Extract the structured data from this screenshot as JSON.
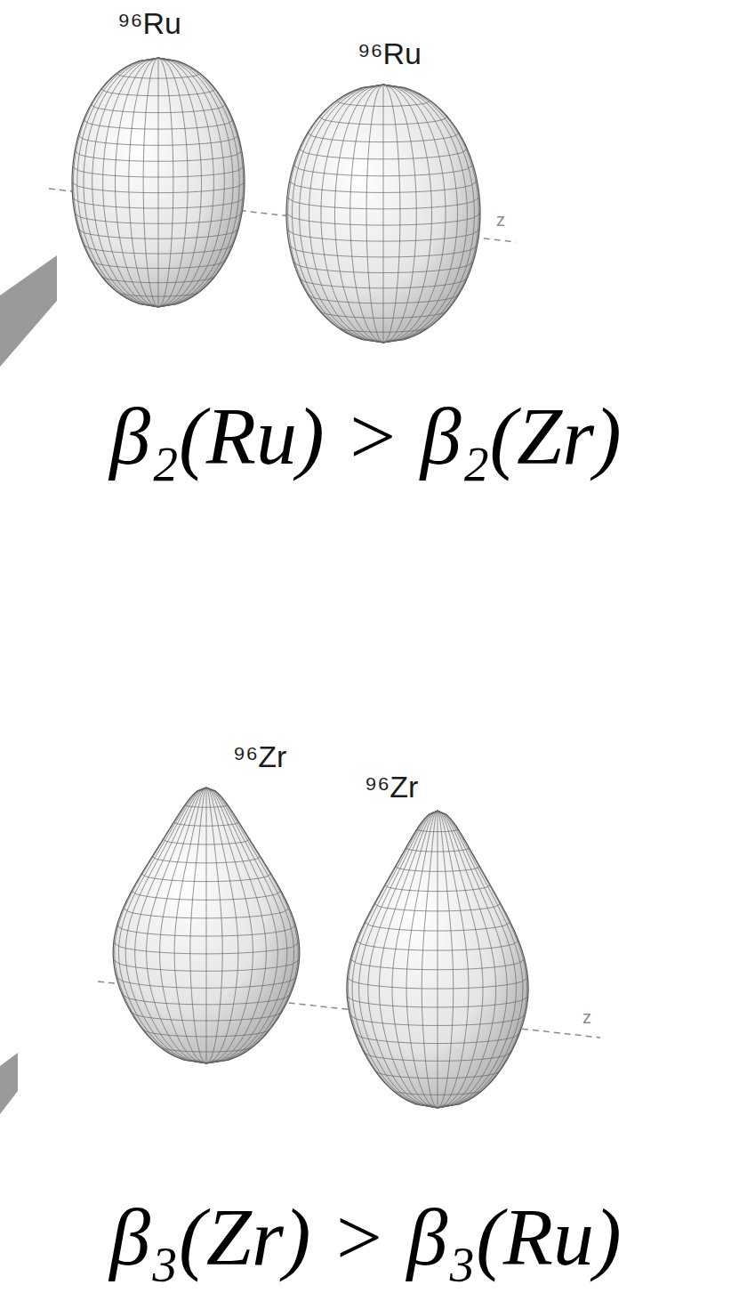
{
  "diagram": {
    "labels": [
      "⁹⁶Ru",
      "⁹⁶Ru",
      "z",
      "β₂(Ru) > β₂(Zr)",
      "⁹⁶Zr",
      "⁹⁶Zr",
      "z",
      "β₃(Zr) > β₃(Ru)"
    ]
  }
}
